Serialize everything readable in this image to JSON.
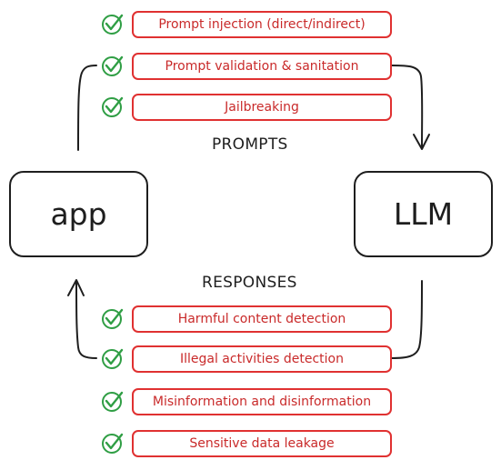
{
  "nodes": {
    "app": "app",
    "llm": "LLM"
  },
  "labels": {
    "prompts": "PROMPTS",
    "responses": "RESPONSES"
  },
  "prompt_checks": [
    "Prompt injection (direct/indirect)",
    "Prompt validation & sanitation",
    "Jailbreaking"
  ],
  "response_checks": [
    "Harmful content detection",
    "Illegal activities detection",
    "Misinformation and disinformation",
    "Sensitive data leakage"
  ],
  "colors": {
    "stroke": "#1e1e1e",
    "check_red": "#e03131",
    "text_red": "#c92a2a",
    "check_green": "#2f9e44"
  },
  "icons": [
    "check-circle-icon",
    "arrow-icon"
  ]
}
